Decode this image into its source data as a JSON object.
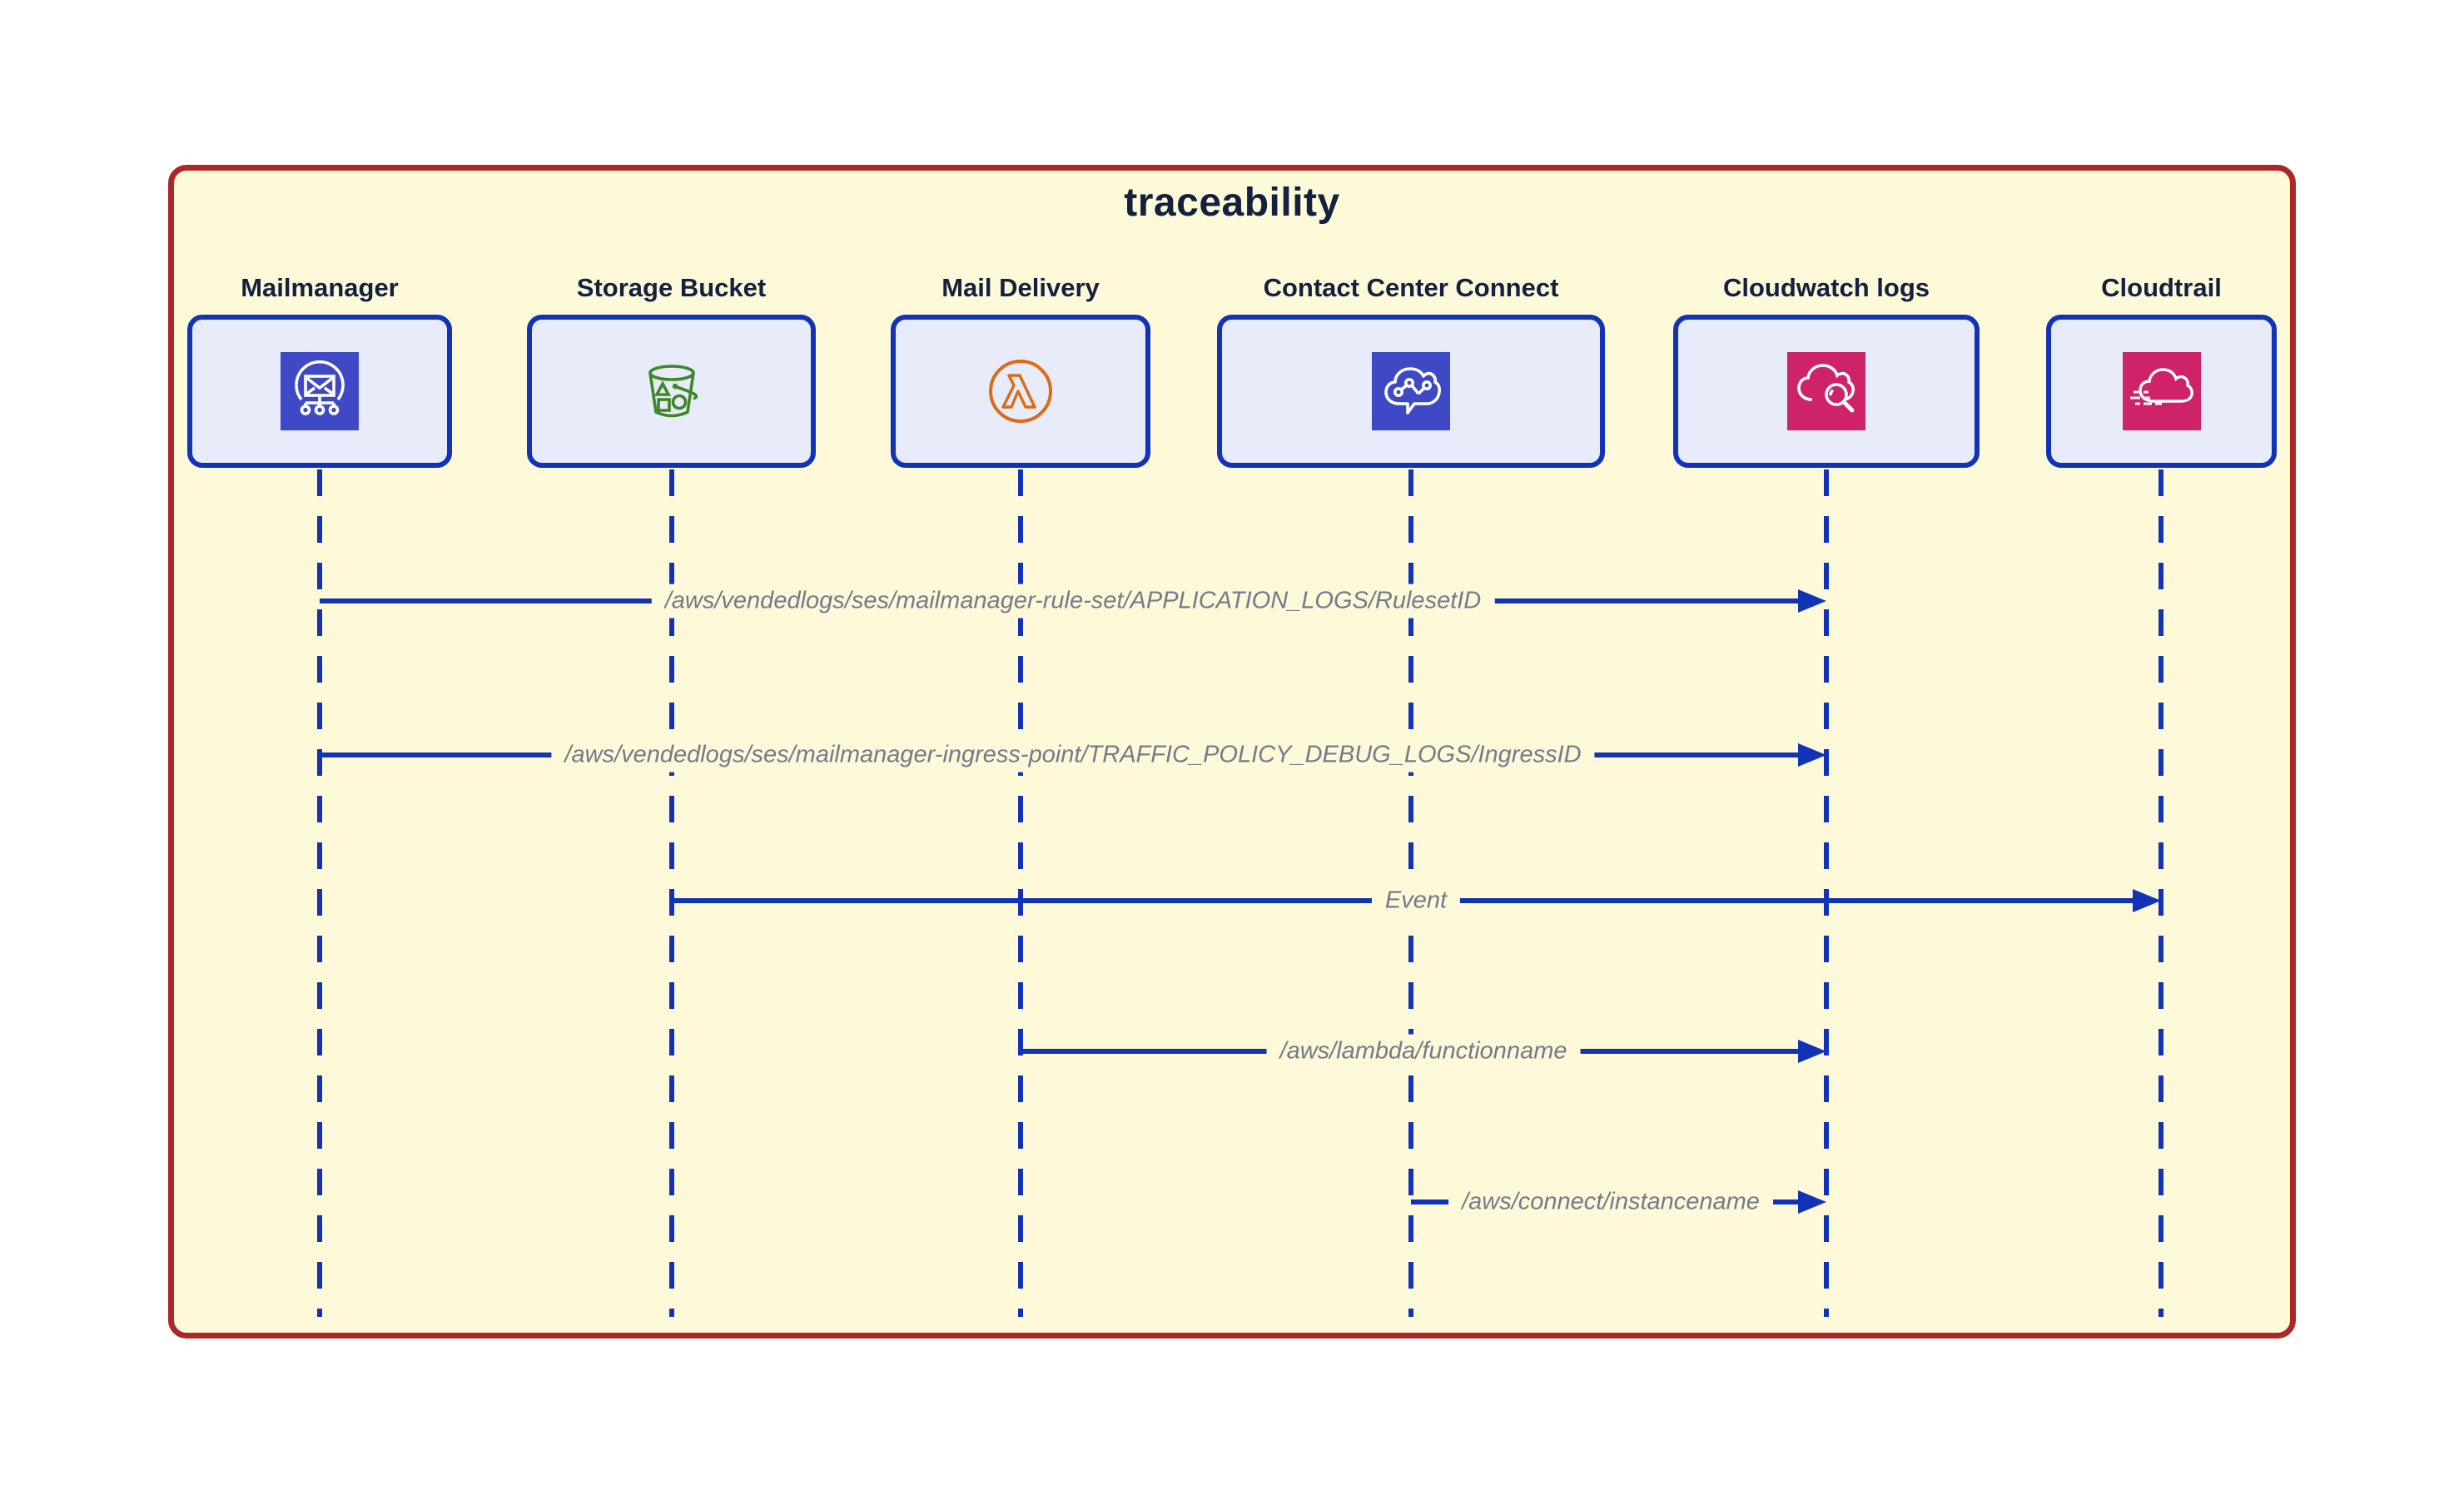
{
  "diagram": {
    "title": "traceability",
    "frame": {
      "border_color": "#AE2727",
      "background": "#FDF9D9"
    },
    "colors": {
      "line_blue": "#1233B8",
      "actor_box_fill": "#E8EBFA",
      "actor_box_border": "#1233B8",
      "title_text": "#13203E",
      "participant_text": "#13203E",
      "message_text": "#747A8A",
      "aws_indigo": "#4049C5",
      "aws_green": "#3E8727",
      "aws_orange": "#DB6C11",
      "aws_pink": "#CE2369"
    },
    "participants": [
      {
        "label": "Mailmanager",
        "icon": "mail-manager-icon"
      },
      {
        "label": "Storage Bucket",
        "icon": "storage-bucket-icon"
      },
      {
        "label": "Mail Delivery",
        "icon": "lambda-icon"
      },
      {
        "label": "Contact Center Connect",
        "icon": "connect-icon"
      },
      {
        "label": "Cloudwatch logs",
        "icon": "cloudwatch-logs-icon"
      },
      {
        "label": "Cloudtrail",
        "icon": "cloudtrail-icon"
      }
    ],
    "messages": [
      {
        "from": "Mailmanager",
        "to": "Cloudwatch logs",
        "label": "/aws/vendedlogs/ses/mailmanager-rule-set/APPLICATION_LOGS/RulesetID"
      },
      {
        "from": "Mailmanager",
        "to": "Cloudwatch logs",
        "label": "/aws/vendedlogs/ses/mailmanager-ingress-point/TRAFFIC_POLICY_DEBUG_LOGS/IngressID"
      },
      {
        "from": "Storage Bucket",
        "to": "Cloudtrail",
        "label": "Event"
      },
      {
        "from": "Mail Delivery",
        "to": "Cloudwatch logs",
        "label": "/aws/lambda/functionname"
      },
      {
        "from": "Contact Center Connect",
        "to": "Cloudwatch logs",
        "label": "/aws/connect/instancename"
      }
    ]
  }
}
